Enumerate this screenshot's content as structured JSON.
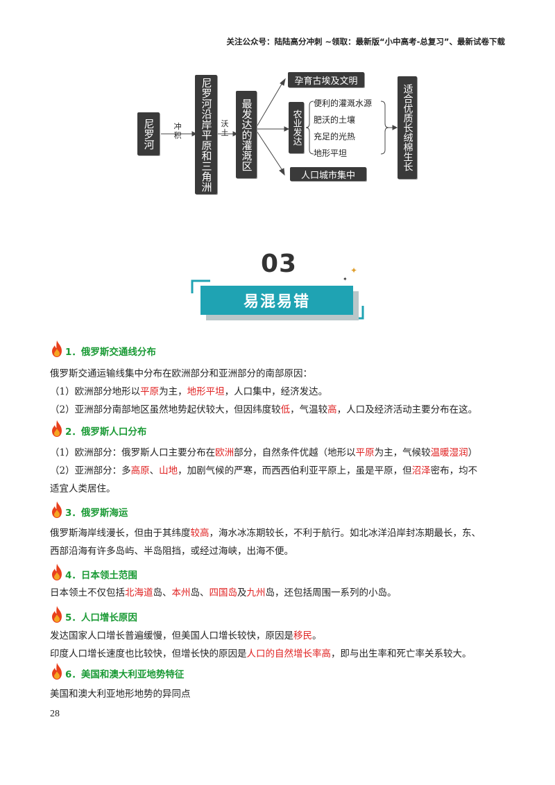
{
  "header": {
    "text": "关注公众号：陆陆高分冲刺   ~领取：最新版“小中高考-总复习”、最新试卷下载"
  },
  "diagram": {
    "nile": "尼罗河",
    "arrow1": "冲积",
    "delta": "尼罗河沿岸平原和三角洲",
    "arrow2": "沃土",
    "irrigation": "最发达的灌溉区",
    "civilization": "孕育古埃及文明",
    "agriculture": "农业发达",
    "factors": [
      "便利的灌溉水源",
      "肥沃的土壤",
      "充足的光热",
      "地形平坦"
    ],
    "city": "人口城市集中",
    "cotton": "适合优质长绒棉生长"
  },
  "section": {
    "number": "03",
    "title": "易混易错"
  },
  "items": [
    {
      "title": "1．俄罗斯交通线分布",
      "lines": [
        [
          {
            "t": "俄罗斯交通运输线集中分布在欧洲部分和亚洲部分的南部原因："
          }
        ],
        [
          {
            "t": "（1）欧洲部分地形以"
          },
          {
            "t": "平原",
            "r": true
          },
          {
            "t": "为主，"
          },
          {
            "t": "地形平坦",
            "r": true
          },
          {
            "t": "，人口集中，经济发达。"
          }
        ],
        [
          {
            "t": "（2）亚洲部分南部地区虽然地势起伏较大，但因纬度较"
          },
          {
            "t": "低",
            "r": true
          },
          {
            "t": "，气温较"
          },
          {
            "t": "高",
            "r": true
          },
          {
            "t": "，人口及经济活动主要分布在这。"
          }
        ]
      ]
    },
    {
      "title": "2．俄罗斯人口分布",
      "lines": [
        [
          {
            "t": "（1）欧洲部分：俄罗斯人口主要分布在"
          },
          {
            "t": "欧洲",
            "r": true
          },
          {
            "t": "部分，自然条件优越（地形以"
          },
          {
            "t": "平原",
            "r": true
          },
          {
            "t": "为主，气候较"
          },
          {
            "t": "温暖湿润",
            "r": true
          },
          {
            "t": "）"
          }
        ],
        [
          {
            "t": "（2）亚洲部分：多"
          },
          {
            "t": "高原",
            "r": true
          },
          {
            "t": "、"
          },
          {
            "t": "山地",
            "r": true
          },
          {
            "t": "，加剧气候的严寒，而西西伯利亚平原上，虽是平原，但"
          },
          {
            "t": "沼泽",
            "r": true
          },
          {
            "t": "密布，均不"
          }
        ],
        [
          {
            "t": "适宜人类居住。"
          }
        ]
      ]
    },
    {
      "title": "3．俄罗斯海运",
      "lines": [
        [
          {
            "t": "俄罗斯海岸线漫长，但由于其纬度"
          },
          {
            "t": "较高",
            "r": true
          },
          {
            "t": "，海水冰冻期较长，不利于航行。如北冰洋沿岸封冻期最长，东、"
          }
        ],
        [
          {
            "t": "西部沿海有许多岛屿、半岛阻挡，或经过海峡，出海不便。"
          }
        ]
      ]
    },
    {
      "title": "4．日本领土范围",
      "lines": [
        [
          {
            "t": "日本领土不仅包括"
          },
          {
            "t": "北海道",
            "r": true
          },
          {
            "t": "岛、"
          },
          {
            "t": "本州",
            "r": true
          },
          {
            "t": "岛、"
          },
          {
            "t": "四国岛",
            "r": true
          },
          {
            "t": "及"
          },
          {
            "t": "九州",
            "r": true
          },
          {
            "t": "岛，还包括周围一系列的小岛。"
          }
        ]
      ]
    },
    {
      "title": "5．人口增长原因",
      "lines": [
        [
          {
            "t": "发达国家人口增长普遍缓慢，但美国人口增长较快，原因是"
          },
          {
            "t": "移民",
            "r": true
          },
          {
            "t": "。"
          }
        ],
        [
          {
            "t": "印度人口增长速度也比较快，但增长快的原因是"
          },
          {
            "t": "人口的自然增长率高",
            "r": true
          },
          {
            "t": "，即与出生率和死亡率关系较大。"
          }
        ]
      ]
    },
    {
      "title": "6．美国和澳大利亚地势特征",
      "lines": [
        [
          {
            "t": "美国和澳大利亚地形地势的异同点"
          }
        ]
      ]
    }
  ],
  "page_number": "28"
}
